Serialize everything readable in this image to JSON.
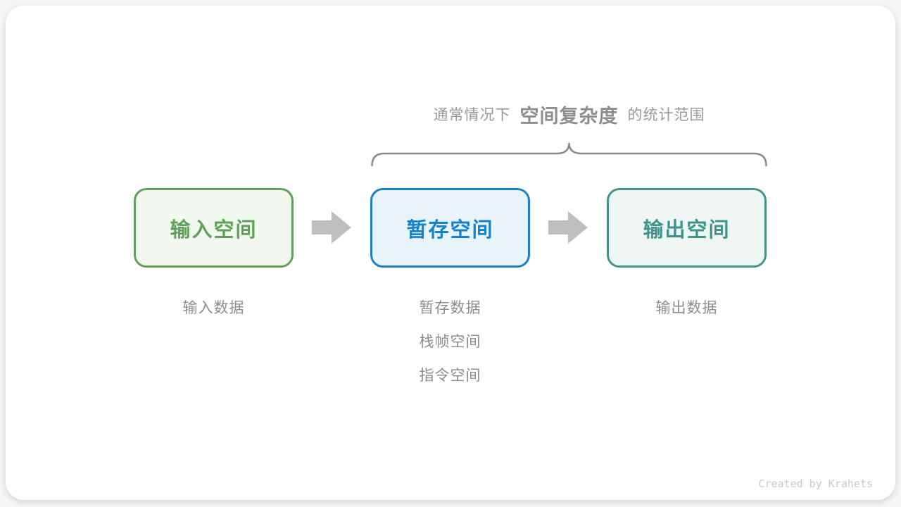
{
  "diagram": {
    "annotation": {
      "prefix": "通常情况下",
      "highlight": "空间复杂度",
      "suffix": "的统计范围"
    },
    "boxes": [
      {
        "label": "输入空间",
        "theme": "green"
      },
      {
        "label": "暂存空间",
        "theme": "blue"
      },
      {
        "label": "输出空间",
        "theme": "teal"
      }
    ],
    "lists": [
      {
        "items": [
          "输入数据"
        ]
      },
      {
        "items": [
          "暂存数据",
          "栈帧空间",
          "指令空间"
        ]
      },
      {
        "items": [
          "输出数据"
        ]
      }
    ],
    "credit": "Created by Krahets",
    "colors": {
      "green_border": "#60a159",
      "green_fill": "#f2f8f0",
      "green_text": "#5ea158",
      "blue_border": "#1d7fc4",
      "blue_fill": "#e9f3fb",
      "blue_text": "#1583cc",
      "teal_border": "#44948b",
      "teal_fill": "#eff6f3",
      "teal_text": "#3e948a",
      "arrow_gray": "#bfbfbf",
      "brace_gray": "#8a8a8a",
      "annotation_gray": "#98989a",
      "label_gray": "#8d8d8d",
      "credit_gray": "#c9c9c9"
    }
  }
}
